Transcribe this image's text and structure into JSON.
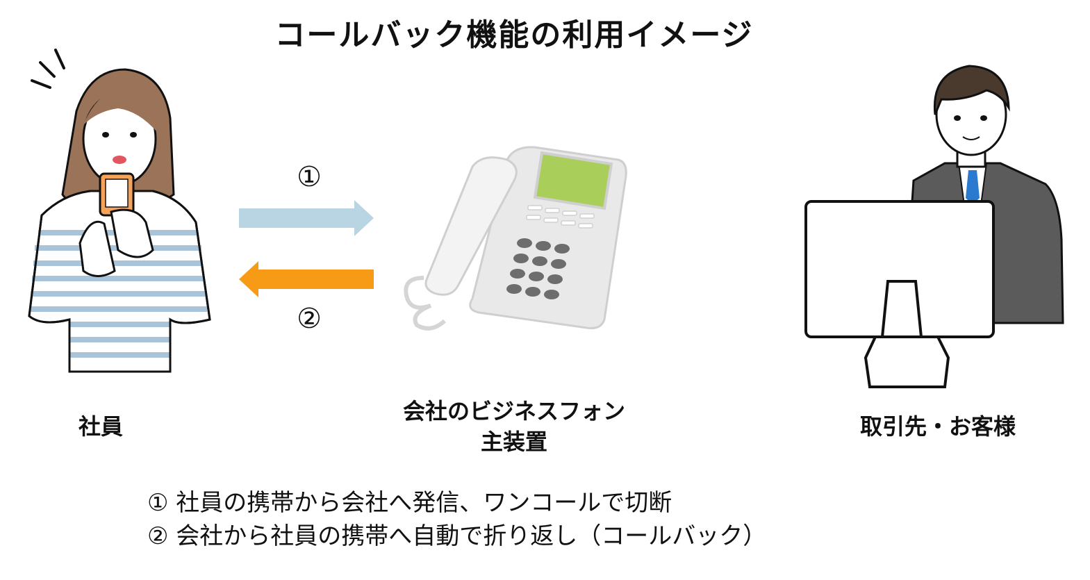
{
  "title": "コールバック機能の利用イメージ",
  "actors": {
    "employee": "社員",
    "pbx_line1": "会社のビジネスフォン",
    "pbx_line2": "主装置",
    "client": "取引先・お客様"
  },
  "steps": {
    "step1_marker": "①",
    "step2_marker": "②"
  },
  "notes": [
    "① 社員の携帯から会社へ発信、ワンコールで切断",
    "② 会社から社員の携帯へ自動で折り返し（コールバック）"
  ],
  "colors": {
    "arrow_to_company": "#b9d4e3",
    "arrow_to_employee": "#f79a16",
    "phone_screen": "#a9cf5a",
    "stripe": "#a9c3d8",
    "suit": "#5b5b5b",
    "hair_female": "#9b7358",
    "hair_male": "#4a3a2e",
    "tie": "#2a7bd0"
  }
}
